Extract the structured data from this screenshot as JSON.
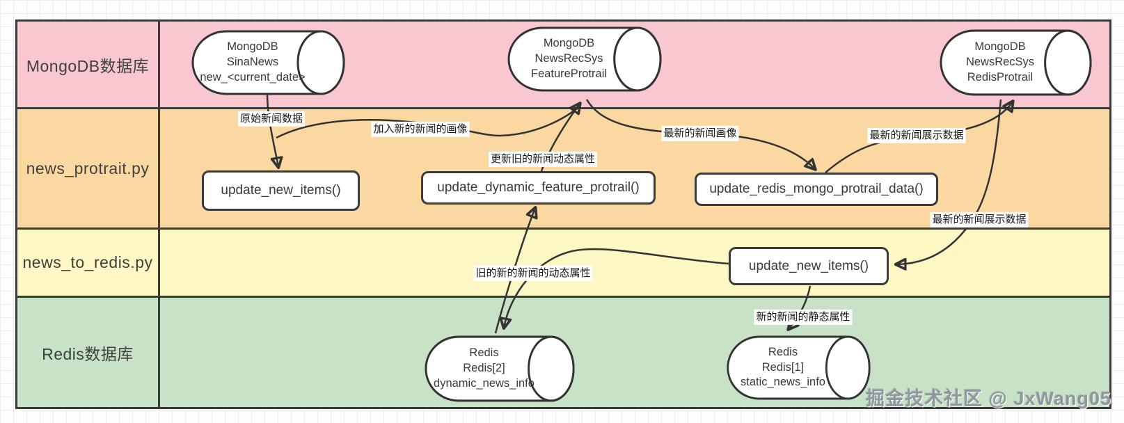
{
  "diagram": {
    "lanes": [
      {
        "label": "MongoDB数据库",
        "color": "#f8c7d0"
      },
      {
        "label": "news_protrait.py",
        "color": "#fbd8a2"
      },
      {
        "label": "news_to_redis.py",
        "color": "#fdf7c3"
      },
      {
        "label": "Redis数据库",
        "color": "#c8e2c7"
      }
    ],
    "cylinders": [
      {
        "lines": [
          "MongoDB",
          "SinaNews",
          "new_<current_date>"
        ]
      },
      {
        "lines": [
          "MongoDB",
          "NewsRecSys",
          "FeatureProtrail"
        ]
      },
      {
        "lines": [
          "MongoDB",
          "NewsRecSys",
          "RedisProtrail"
        ]
      },
      {
        "lines": [
          "Redis",
          "Redis[2]",
          "dynamic_news_info"
        ]
      },
      {
        "lines": [
          "Redis",
          "Redis[1]",
          "static_news_info"
        ]
      }
    ],
    "functions": [
      {
        "label": "update_new_items()"
      },
      {
        "label": "update_dynamic_feature_protrail()"
      },
      {
        "label": "update_redis_mongo_protrail_data()"
      },
      {
        "label": "update_new_items()"
      }
    ],
    "edge_labels": [
      {
        "text": "原始新闻数据"
      },
      {
        "text": "加入新的新闻的画像"
      },
      {
        "text": "更新旧的新闻动态属性"
      },
      {
        "text": "最新的新闻画像"
      },
      {
        "text": "最新的新闻展示数据"
      },
      {
        "text": "最新的新闻展示数据"
      },
      {
        "text": "旧的新的新闻的动态属性"
      },
      {
        "text": "新的新闻的静态属性"
      }
    ],
    "watermark": "掘金技术社区 @ JxWang05",
    "colors": {
      "stroke": "#333333",
      "node_fill": "#ffffff",
      "label_background": "#ffffff",
      "watermark_text": "#9097a0"
    }
  }
}
